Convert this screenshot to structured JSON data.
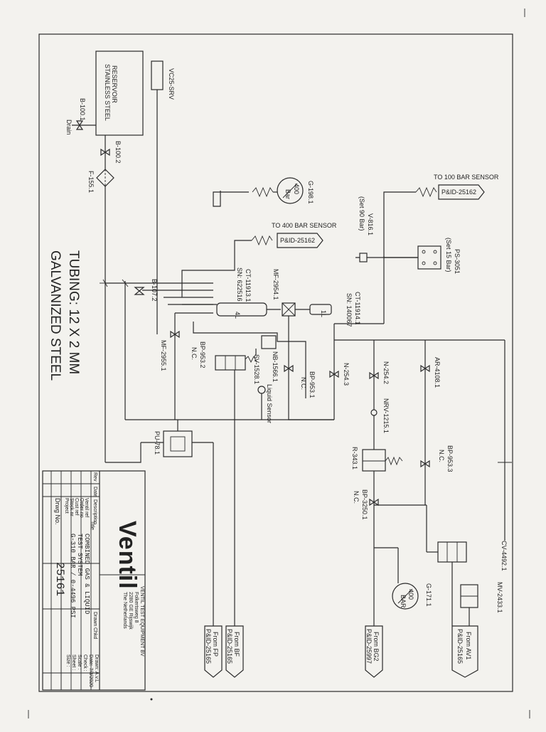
{
  "tubing": {
    "line1": "TUBING:    12 X 2 MM",
    "line2": "GALVANIZED STEEL"
  },
  "reservoir": {
    "line1": "STAINLESS STEEL",
    "line2": "RESERVOIR"
  },
  "components": {
    "vc25": "VC25-SRV",
    "b100_1": "B-100.1",
    "drain": "Drain",
    "b100_2": "B-100.2",
    "f155": "F-155.1",
    "b107": "B-107.2",
    "mf2955": "MF-2955.1",
    "bp953_2": "BP-953.2",
    "nc": "N.C.",
    "sv1528": "SV-1528.1",
    "nb1566": "NB-1566.1",
    "liquid_sensor": "Liquid Sensor",
    "bp953_1": "BP-953.1",
    "g198": "G-198.1",
    "g198_range": "400",
    "g198_unit": "Bar",
    "ct11913": "CT-11913.1",
    "ct11913_sn": "SN: 622516",
    "ct11913_vol": "4L",
    "mf2954": "MF-2954.1",
    "ct11914": "CT-11914.1",
    "ct11914_sn": "SN: 140067",
    "ct11914_vol": "1L",
    "n254_3": "N-254.3",
    "n254_2": "N-254.2",
    "nrv1215": "NRV-1215.1",
    "r343": "R-343.1",
    "bp3250": "BP-3250.1",
    "ar4108": "AR-4108.1",
    "bp953_3": "BP-953.3",
    "g171": "G-171.1",
    "g171_range": "400",
    "g171_unit": "BAR",
    "cv4492": "CV-4492.1",
    "mv2433": "MV-2433.1",
    "pu78": "PU-78.1",
    "v816": "V-816.1",
    "v816_set": "(Set 90 Bar)",
    "ps3051": "PS-3051",
    "ps3051_set": "(Set 15 Bar)"
  },
  "sensors": {
    "to400": "TO 400 BAR SENSOR",
    "to100": "TO 100 BAR SENSOR",
    "pid_tag": "P&ID-25162"
  },
  "offpage": [
    {
      "line1": "From FP",
      "line2": "P&ID-25165"
    },
    {
      "line1": "From BF",
      "line2": "P&ID-25165"
    },
    {
      "line1": "From BG2",
      "line2": "P&ID-25997"
    },
    {
      "line1": "From AV1",
      "line2": "P&ID-25165"
    }
  ],
  "titleblock": {
    "rev_headers": [
      "Rev",
      "Date",
      "Description",
      "Drawn",
      "Chkd"
    ],
    "company": "VENTIL TEST EQUIPMENT BV",
    "address": [
      "Folkertsweg 8",
      "2280 GE Rijswijk",
      "The Netherlands"
    ],
    "logo": "Ventil",
    "title_caption": "Title",
    "title1": "COMBINED GAS & LIQUID",
    "title2": "TEST SYSTEM",
    "title3": "G-310 BAR / 0-4496 PSI",
    "fields_left": [
      "Ventil ref",
      "Order no",
      "Cust ref",
      "Stock nr",
      "Project"
    ],
    "fields_right": [
      "Drawn: A.v.L",
      "Date: 7/3/2020",
      "Check :",
      "Scale :",
      "Sheet :",
      "Size :"
    ],
    "dwg_label": "Drwg No.",
    "dwg_no": "25161"
  }
}
